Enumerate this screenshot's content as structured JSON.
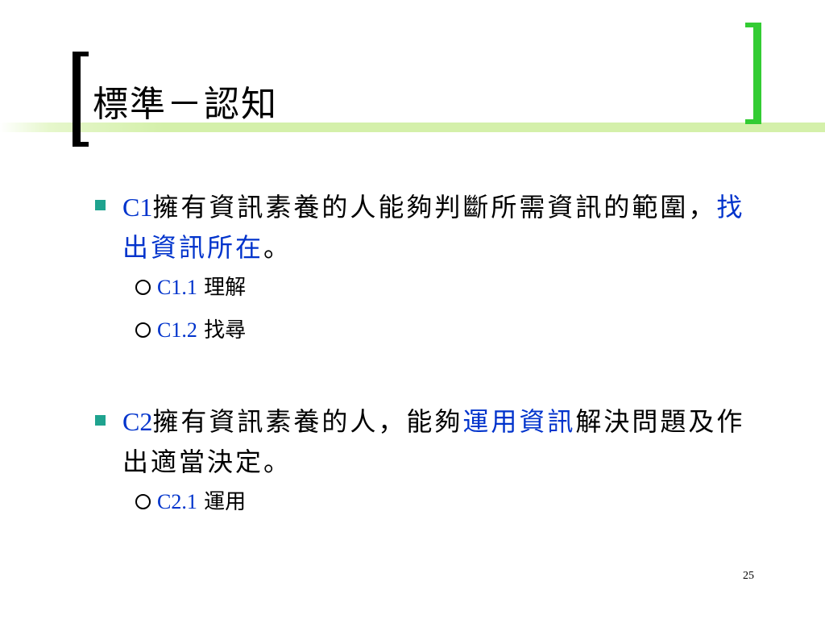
{
  "slide": {
    "title": "標準－認知",
    "bullets": [
      {
        "code": "C1",
        "text_before": "擁有資訊素養的人能夠判斷所需資訊的範圍，",
        "highlight": "找出資訊所在",
        "text_after": "。",
        "subitems": [
          {
            "code": "C1.1",
            "label": "理解"
          },
          {
            "code": "C1.2",
            "label": "找尋"
          }
        ]
      },
      {
        "code": "C2",
        "text_before": "擁有資訊素養的人，能夠",
        "highlight": "運用資訊",
        "text_after": "解決問題及作出適當決定。",
        "subitems": [
          {
            "code": "C2.1",
            "label": "運用"
          }
        ]
      }
    ],
    "page_number": "25"
  },
  "colors": {
    "accent_blue": "#0033cc",
    "bullet_teal": "#1fa38f",
    "bracket_green": "#33cc33",
    "title_bar_green": "#d4f0aa"
  }
}
